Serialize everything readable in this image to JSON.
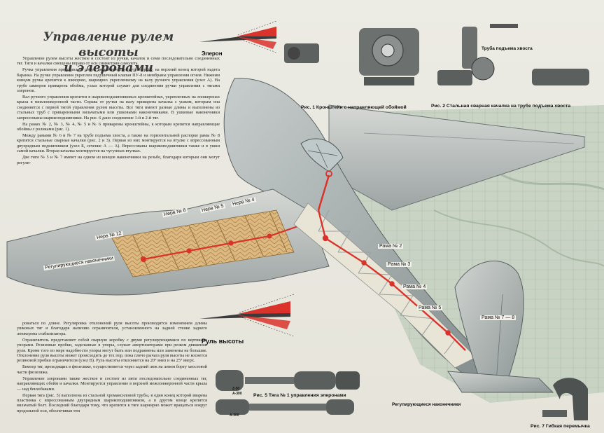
{
  "heading": {
    "line1": "Управление рулем высоты",
    "line2": "и элеронами"
  },
  "text_upper": [
    "Управление рулем высоты жесткое и состоит из ручки, качалок и семи последовательно соединенных тяг. Тяги и качалки смещены вправо от оси симметрии самолета.",
    "Ручка управления представляет собой дюралевую изогнутую трубу, на верхний конец которой надета баранка. На ручке управления укреплен педушечный клапан ПУ-8 и мембраны управления огнем. Нижним концом ручка крепится к шкворню, шарнирно укрепленному на валу ручного управления (узел А). На трубе шкворня приварена обойма, узлах которой служит для соединения ручки управления с тягами элеронов.",
    "Вал ручного управления крепится в шарикоподшипниковых кронштейнах, укрепленных на лонжеронах крыла в межлонжеронной части. Справа от ручки на валу приварена качалка с ушком, которым она соединяется с первой тягой управления рулем высоты. Все тяги имеют разные длины и выполнены из стальных труб с приваренными вильчатыми или ушковыми наконечниками. В ушковые наконечники запрессованы шарикоподшипники. На рис. 6 дано соединение 1-й и 2-й тяг.",
    "На рамах № 2, № 3, № 4, № 5 и № 6 приварены кронштейны, к которым крепятся направляющие обоймы с роликами (рис. 1).",
    "Между рамами № 6 и № 7 на трубе подъема хвоста, а также на горизонтальной распорке рамы № 8 крепятся стальные сварные качалки (рис. 2 и 3). Первая из них монтируется на втулке с впрессованным двухрядным подшипником (узел Б, сечение А — А). Впрессованы шарикоподшипники также и в ушки самой качалки. Вторая качалка монтируется на чугунных втулках.",
    "Две тяги № 5 и № 7 имеют на одном из концов наконечники на резьбе, благодаря которым они могут регули-"
  ],
  "text_lower": [
    "роваться по длине. Регулировка отклонений руля высоты производится изменением длины ушковых тяг и благодаря наличию ограничителя, установленного на задней стенке заднего лонжерона стабилизатора.",
    "Ограничитель представляет собой сварную коробку с двумя регулирующимися по вертикали упорами. Резиновые пробки, заделанные в упоры, служат амортизаторами при резком движении руля. Кроме того по мере надобности упоры могут быть или подравнены или заменены на большие. Отклонение руля высоты может происходить до тех пор, пока плечо рычага руля высоты не коснется резиновой пробки ограничителя (узел В). Руль высоты отклоняется на 20° вниз и на 25° вверх.",
    "Бемотр тяг, проходящих в фюзеляже, осуществляется через задний люк на левом борту хвостовой части фюзеляжа.",
    "Управление элеронами также жесткое и состоит из пяти последовательно соединенных тяг, направляющих обойм и качалки. Монтируется управление в верхней межлонжеронной части крыла — над бензобаками.",
    "Первая тяга (рис. 5) выполнена из стальной хромансиловой трубы, в один конец которой вварена пластинка с впрессованным двухрядным шарикоподшипником, а в другом конце крепится вильчатый болт. Последний благодаря тому, что крепится к тяге шарнирно может вращаться вокруг продольной оси, обеспечивая тем"
  ],
  "labels": {
    "aileron": "Элерон",
    "elevator": "Руль высоты",
    "tube_tail": "Труба подъема хвоста",
    "fig1": "Рис. 1 Кронштейн с направляющей обоймой",
    "fig2": "Рис. 2 Стальная сварная качалка на трубе подъема хвоста",
    "fig5": "Рис. 5 Тяга № 1 управления элеронами",
    "fig7": "Рис. 7 Гибкая перемычка",
    "adj_tips_bottom": "Регулирующиеся наконечники",
    "adj_tips_wing": "Регулирующиеся наконечники",
    "dim_a": "Z-50",
    "dim_b": "A-300",
    "dim_c": "A-300"
  },
  "ribs": [
    "Нерв № 12",
    "Нерв № 8",
    "Нерв № 5",
    "Нерв № 4"
  ],
  "frames": [
    "Рама № 2",
    "Рама № 3",
    "Рама № 4",
    "Рама № 5",
    "Рама № 7 — 8"
  ],
  "colors": {
    "control_red": "#d9332b",
    "metal": "#9aa3a2",
    "wood": "#d7b47a",
    "map_green": "#b7c7b4"
  }
}
